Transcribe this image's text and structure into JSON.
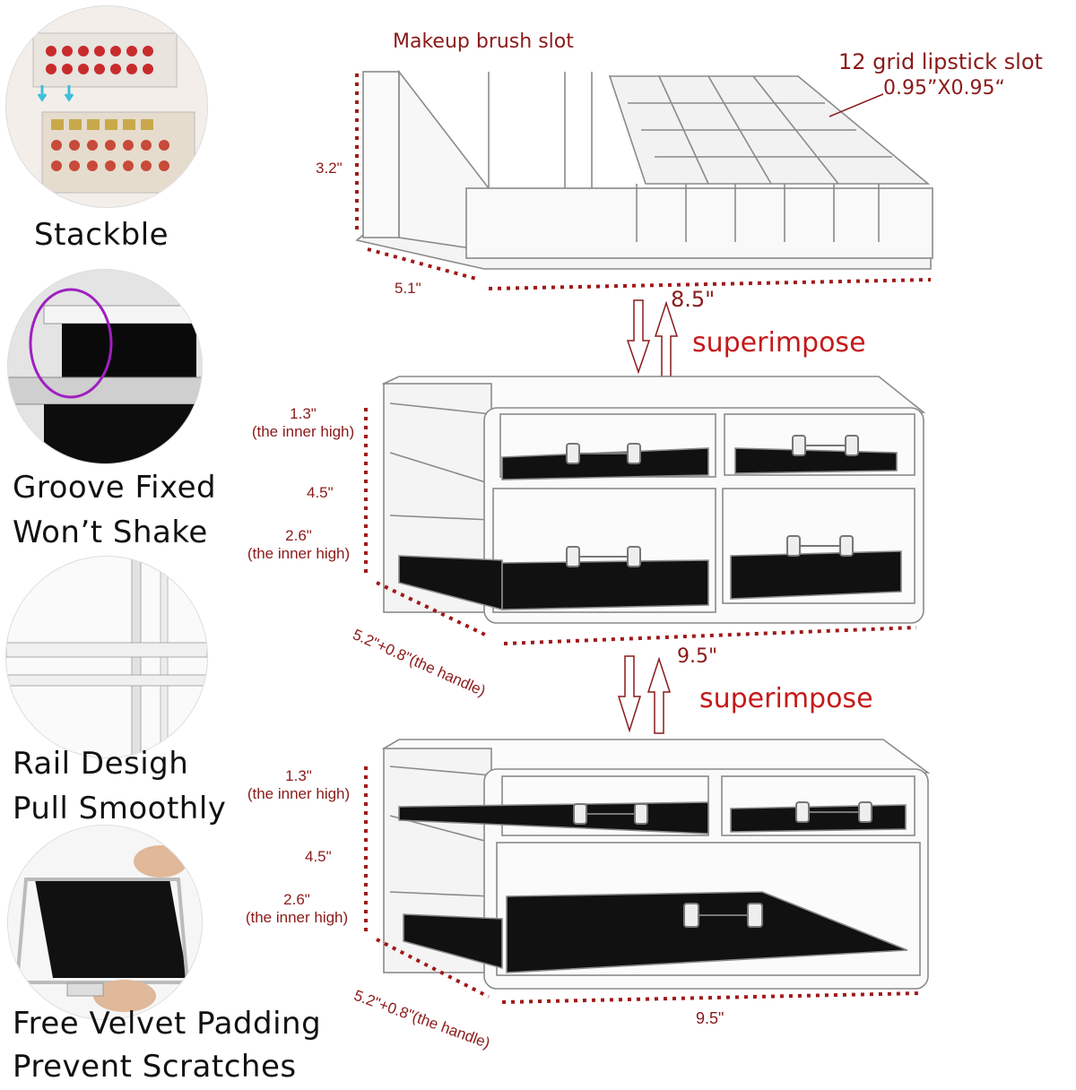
{
  "features": [
    {
      "line1": "Stackble",
      "line2": ""
    },
    {
      "line1": "Groove Fixed",
      "line2": "Won’t Shake"
    },
    {
      "line1": "Rail Desigh",
      "line2": "Pull Smoothly"
    },
    {
      "line1": "Free Velvet Padding",
      "line2": "Prevent Scratches"
    }
  ],
  "top_unit": {
    "brush_slot_label": "Makeup brush slot",
    "lipstick_label": "12 grid lipstick slot",
    "lipstick_size": "0.95”X0.95“",
    "height": "3.2\"",
    "depth": "5.1\"",
    "width": "8.5\""
  },
  "middle_unit": {
    "top_drawer_height": "1.3\"",
    "top_drawer_note": "(the inner high)",
    "total_height": "4.5\"",
    "bottom_drawer_height": "2.6\"",
    "bottom_drawer_note": "(the inner high)",
    "depth": "5.2\"+0.8\"(the handle)",
    "width": "9.5\""
  },
  "bottom_unit": {
    "top_drawer_height": "1.3\"",
    "top_drawer_note": "(the inner high)",
    "total_height": "4.5\"",
    "bottom_drawer_height": "2.6\"",
    "bottom_drawer_note": "(the inner high)",
    "depth": "5.2\"+0.8\"(the handle)",
    "width": "9.5\""
  },
  "superimpose": [
    "superimpose",
    "superimpose"
  ],
  "colors": {
    "dimension": "#8b1a1a",
    "accent": "#c41a1a",
    "velvet": "#111111"
  }
}
